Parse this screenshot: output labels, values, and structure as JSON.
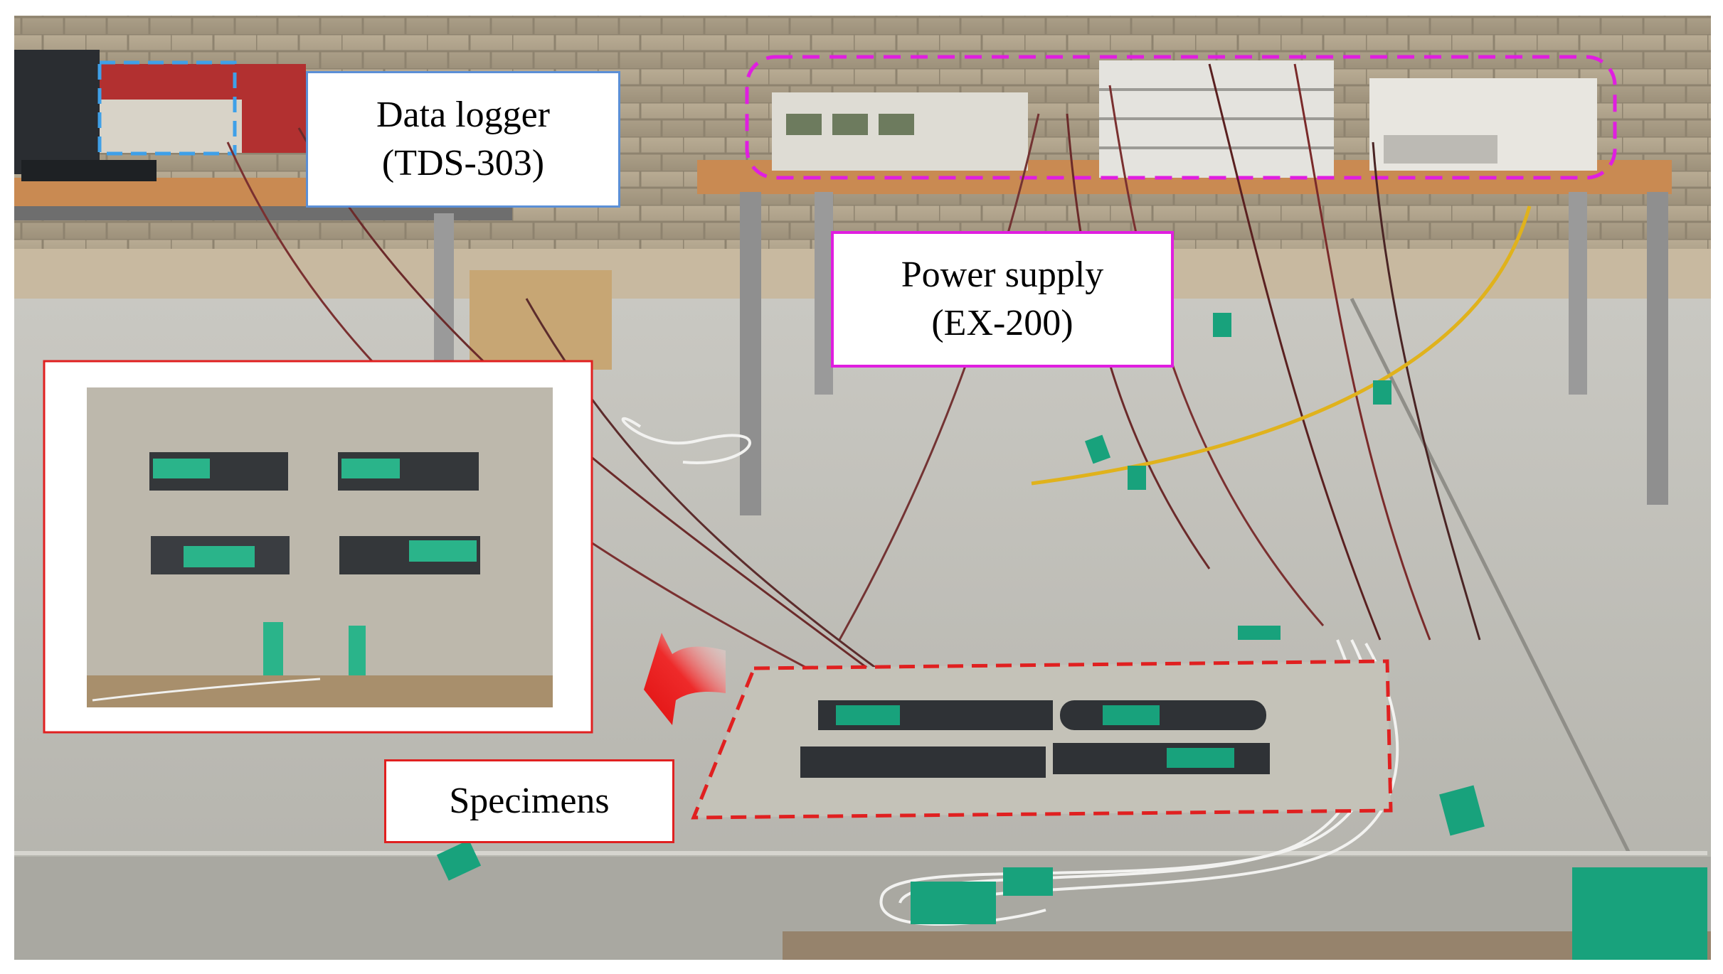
{
  "labels": {
    "data_logger": {
      "line1": "Data logger",
      "line2": "(TDS-303)"
    },
    "power_supply": {
      "line1": "Power supply",
      "line2": "(EX-200)"
    },
    "specimens": {
      "line1": "Specimens"
    }
  },
  "colors": {
    "data_logger_box": "#5b8fd6",
    "power_supply_box": "#e01ee0",
    "specimens_box": "#e02020",
    "arrow": "#e02020",
    "wall": "#a89a84",
    "concrete": "#bdbcb6",
    "table_top": "#c98a52",
    "green_tape": "#18a27c"
  },
  "icons": {
    "pointer_arrow": "red-curved-arrow-icon"
  }
}
